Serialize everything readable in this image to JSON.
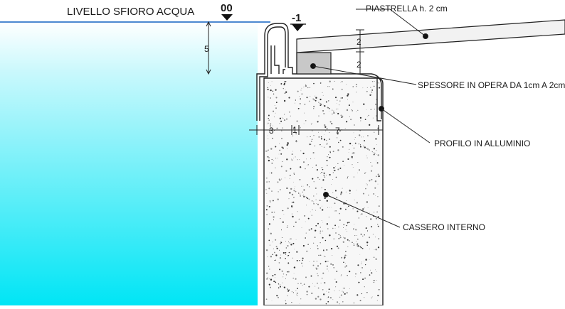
{
  "labels": {
    "water_level": "LIVELLO SFIORO ACQUA",
    "tile": "PIASTRELLA h. 2 cm",
    "thickness": "SPESSORE IN OPERA DA 1cm A 2cm",
    "profile": "PROFILO IN ALLUMINIO",
    "formwork": "CASSERO INTERNO"
  },
  "elevations": {
    "water": "00",
    "deck": "-1"
  },
  "dimensions": {
    "water_depth": "5",
    "tile_height": "2",
    "bed_height": "2",
    "profile_width": "3",
    "profile_gap": "1",
    "wall_width": "7"
  },
  "colors": {
    "water_top": "#ffffff",
    "water_bottom": "#00e5f5",
    "waterline": "#1060c0",
    "concrete": "#f7f7f7",
    "tile": "#f2f2f2",
    "bed": "#c8c8c8",
    "line": "#222222"
  }
}
